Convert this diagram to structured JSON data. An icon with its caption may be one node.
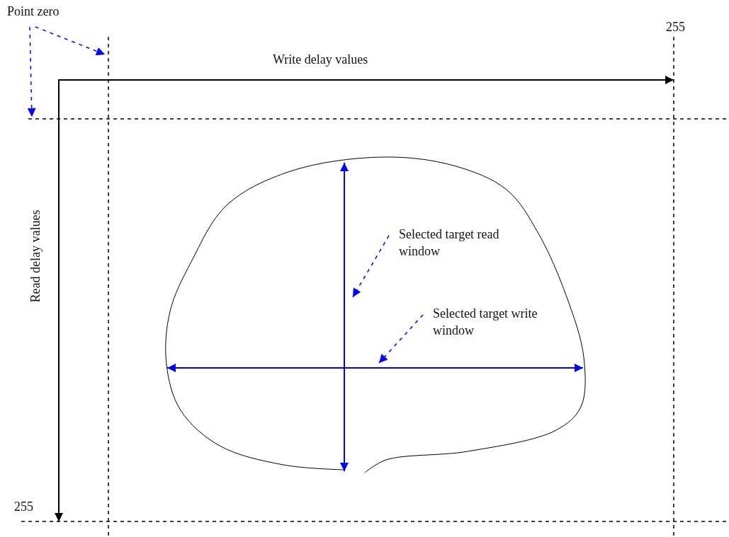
{
  "diagram": {
    "nodes": [
      {
        "text": [
          "Point zero"
        ]
      },
      {
        "text": [
          "Selected target read window"
        ]
      },
      {
        "text": [
          "Selected target write window"
        ]
      }
    ],
    "edges": [
      {
        "from": 0,
        "to": null,
        "arrow": "to",
        "style": "dashed"
      },
      {
        "from": 0,
        "to": null,
        "arrow": "to",
        "style": "dashed"
      },
      {
        "from": 1,
        "to": null,
        "arrow": "to",
        "style": "dashed"
      },
      {
        "from": 2,
        "to": null,
        "arrow": "to",
        "style": "dashed"
      }
    ],
    "labels": [
      "255",
      "Write delay values",
      "Read delay values",
      "255"
    ]
  }
}
